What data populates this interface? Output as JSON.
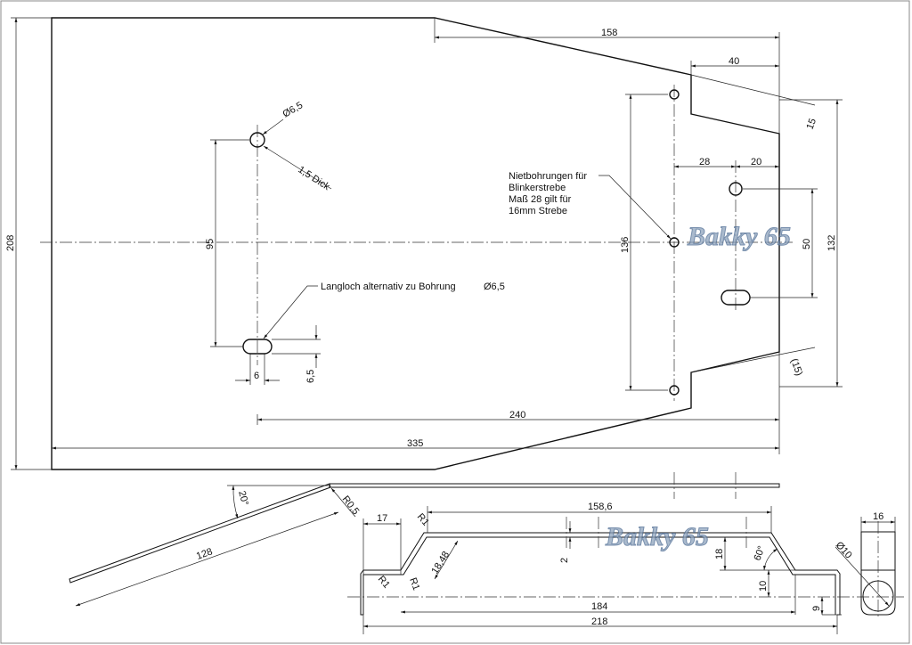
{
  "plate": {
    "dims": {
      "width_total": "208",
      "top_length": "158",
      "notch_width": "40",
      "notch_depth_top": "15",
      "outer_height": "132",
      "rivet_spacing": "28",
      "rivet_edge": "20",
      "rivet_vertical": "50",
      "rivet_outer": "136",
      "hole_spacing": "95",
      "slot_width": "6",
      "slot_height": "6,5",
      "length_240": "240",
      "length_total": "335",
      "notch_depth_bottom": "(15)"
    },
    "hole_dia": "Ø6,5",
    "thickness": "1,5 Dick",
    "slot_note": "Langloch alternativ zu Bohrung",
    "slot_note_dia": "Ø6,5",
    "rivet_note": [
      "Nietbohrungen für",
      "Blinkerstrebe",
      "Maß 28 gilt für",
      "16mm Strebe"
    ]
  },
  "side_view": {
    "angle": "20°",
    "radius": "R0,5",
    "length": "128"
  },
  "bracket": {
    "dims": {
      "end": "17",
      "r1_a": "R1",
      "r1_b": "R1",
      "r1_c": "R1",
      "diag": "18,48",
      "top": "158,6",
      "thickness": "2",
      "height": "18",
      "angle": "60°",
      "offset": "10",
      "hole_offset": "9",
      "inner": "184",
      "total": "218"
    }
  },
  "end_view": {
    "width": "16",
    "hole_dia": "Ø10"
  },
  "watermark": "Bakky 65"
}
